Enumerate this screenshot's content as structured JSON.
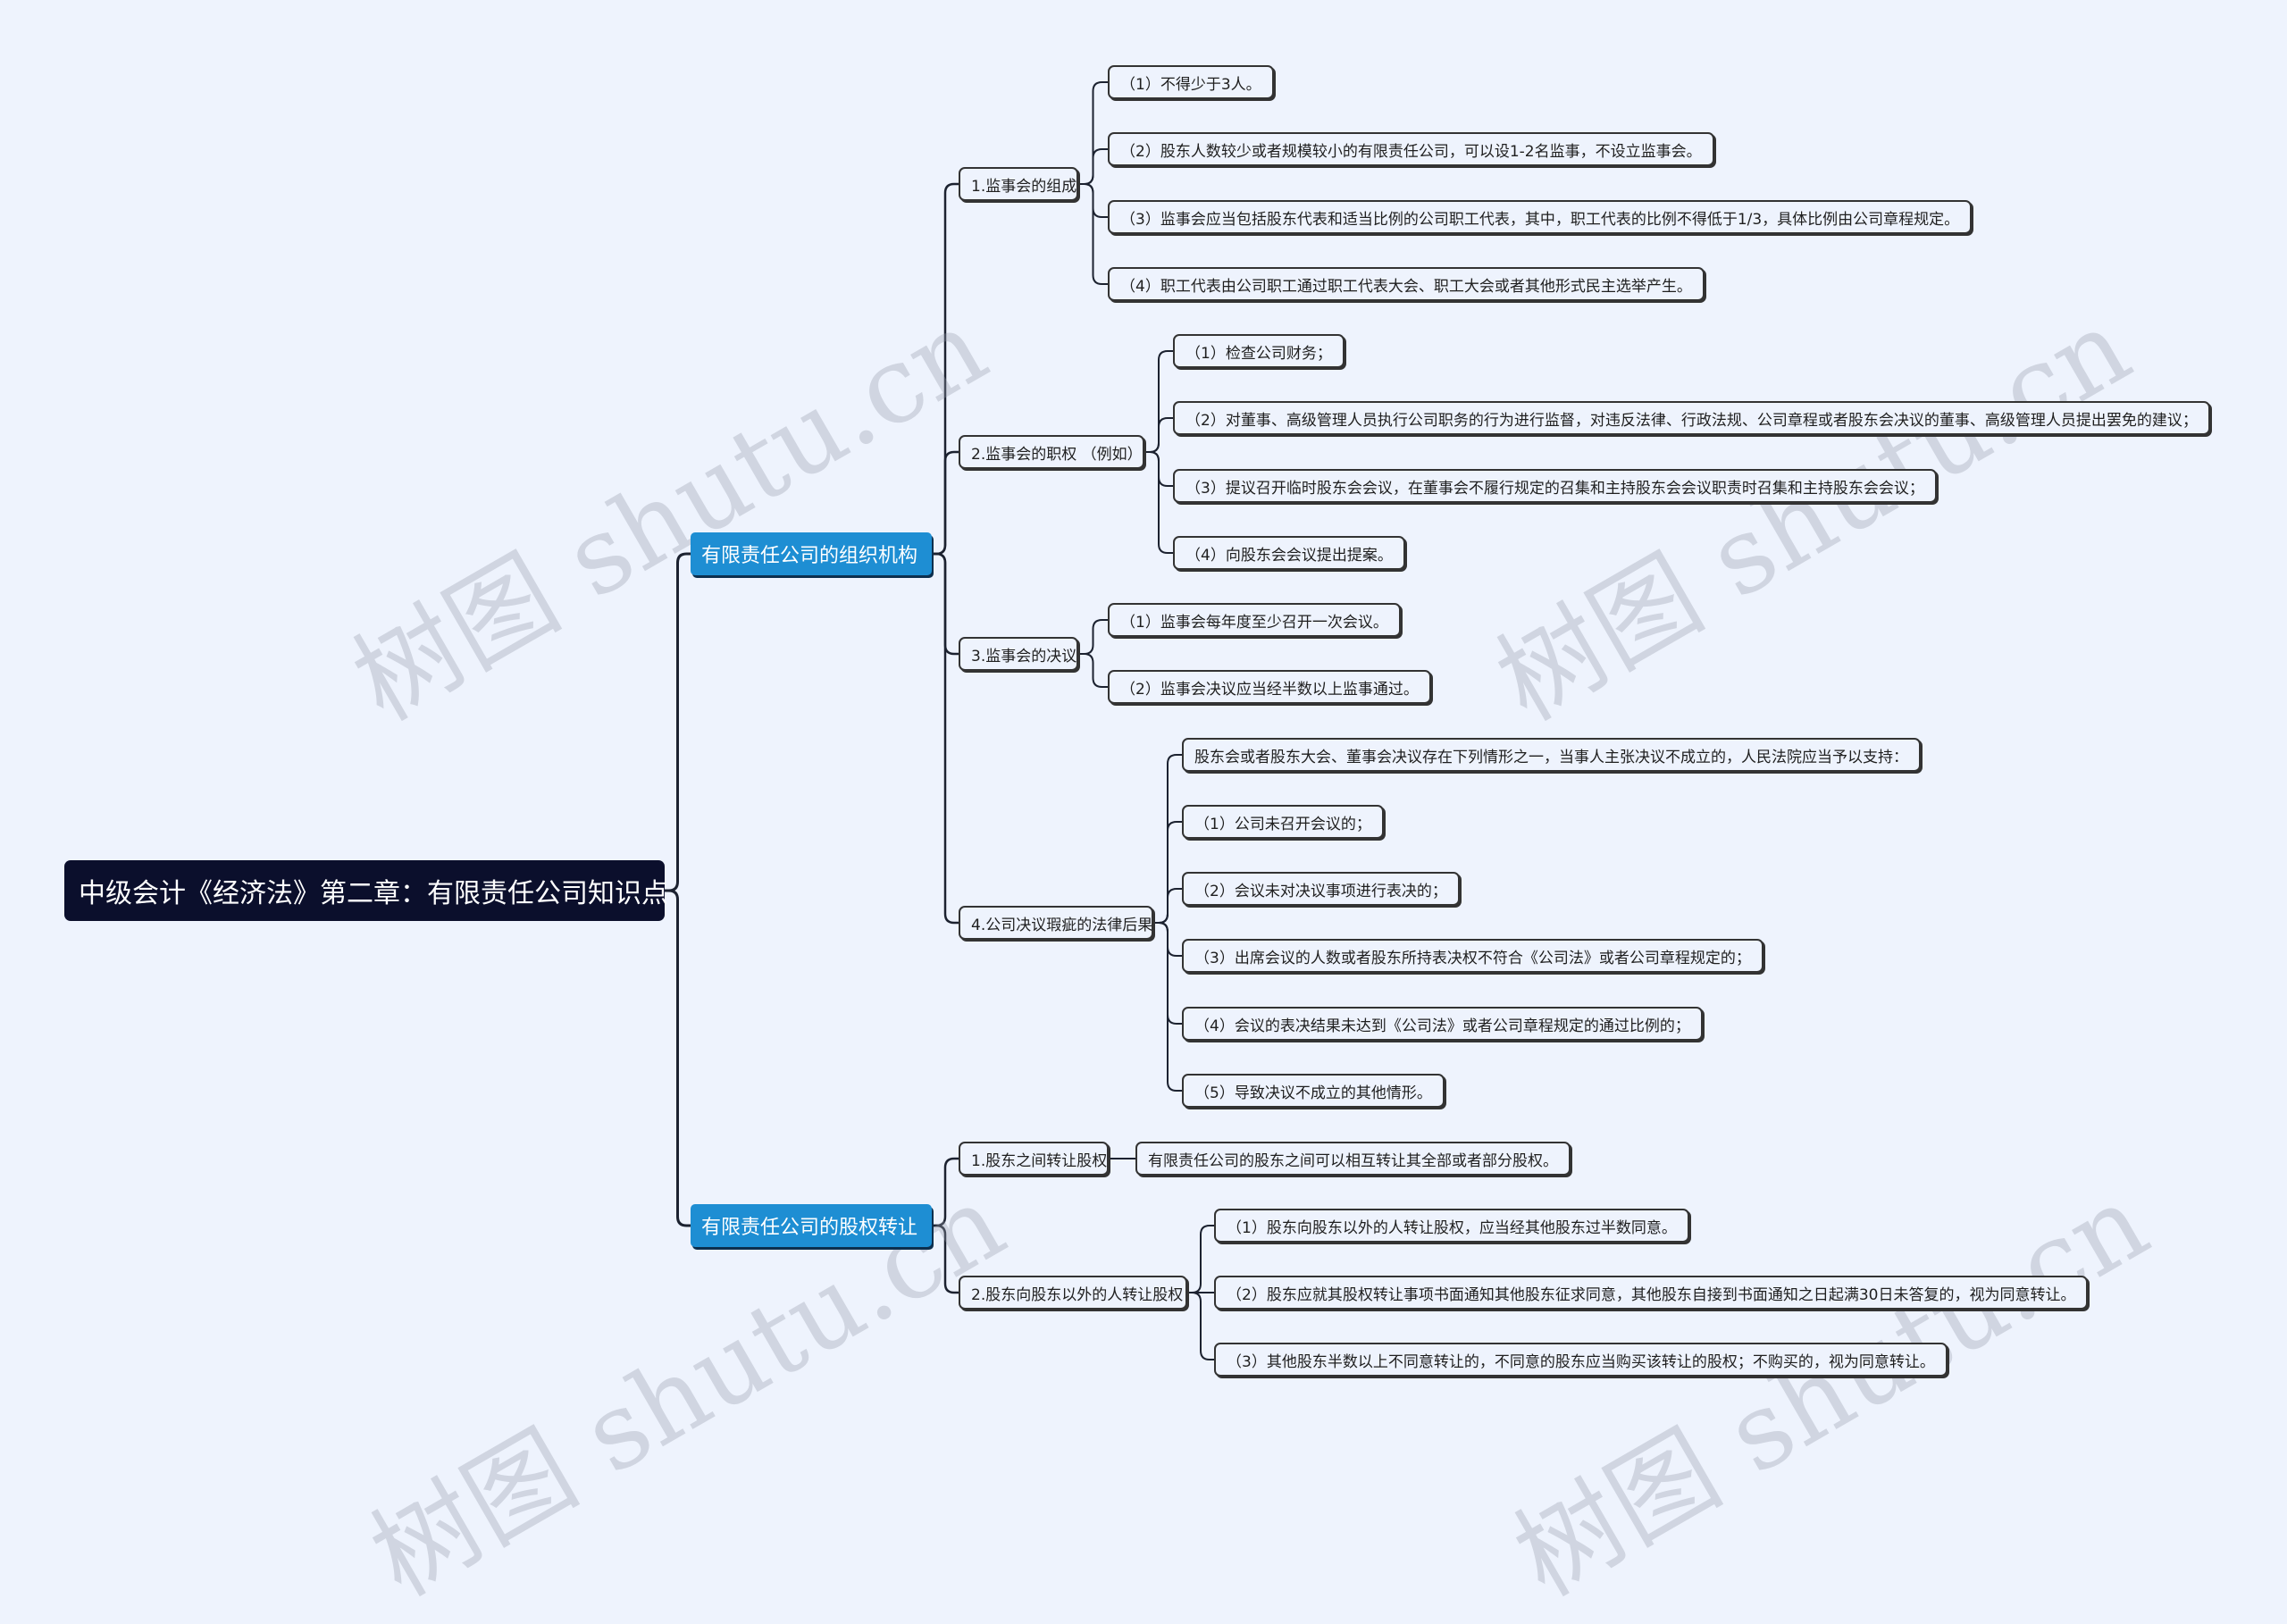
{
  "watermark": "树图 shutu.cn",
  "mindmap": {
    "root": "中级会计《经济法》第二章：有限责任公司知识点",
    "branches": [
      {
        "label": "有限责任公司的组织机构",
        "children": [
          {
            "label": "1.监事会的组成",
            "children": [
              "（1）不得少于3人。",
              "（2）股东人数较少或者规模较小的有限责任公司，可以设1-2名监事，不设立监事会。",
              "（3）监事会应当包括股东代表和适当比例的公司职工代表，其中，职工代表的比例不得低于1/3，具体比例由公司章程规定。",
              "（4）职工代表由公司职工通过职工代表大会、职工大会或者其他形式民主选举产生。"
            ]
          },
          {
            "label": "2.监事会的职权 （例如）",
            "children": [
              "（1）检查公司财务；",
              "（2）对董事、高级管理人员执行公司职务的行为进行监督，对违反法律、行政法规、公司章程或者股东会决议的董事、高级管理人员提出罢免的建议；",
              "（3）提议召开临时股东会会议，在董事会不履行规定的召集和主持股东会会议职责时召集和主持股东会会议；",
              "（4）向股东会会议提出提案。"
            ]
          },
          {
            "label": "3.监事会的决议",
            "children": [
              "（1）监事会每年度至少召开一次会议。",
              "（2）监事会决议应当经半数以上监事通过。"
            ]
          },
          {
            "label": "4.公司决议瑕疵的法律后果",
            "children": [
              "股东会或者股东大会、董事会决议存在下列情形之一，当事人主张决议不成立的，人民法院应当予以支持：",
              "（1）公司未召开会议的；",
              "（2）会议未对决议事项进行表决的；",
              "（3）出席会议的人数或者股东所持表决权不符合《公司法》或者公司章程规定的；",
              "（4）会议的表决结果未达到《公司法》或者公司章程规定的通过比例的；",
              "（5）导致决议不成立的其他情形。"
            ]
          }
        ]
      },
      {
        "label": "有限责任公司的股权转让",
        "children": [
          {
            "label": "1.股东之间转让股权",
            "children": [
              "有限责任公司的股东之间可以相互转让其全部或者部分股权。"
            ]
          },
          {
            "label": "2.股东向股东以外的人转让股权",
            "children": [
              "（1）股东向股东以外的人转让股权，应当经其他股东过半数同意。",
              "（2）股东应就其股权转让事项书面通知其他股东征求同意，其他股东自接到书面通知之日起满30日未答复的，视为同意转让。",
              "（3）其他股东半数以上不同意转让的，不同意的股东应当购买该转让的股权；不购买的，视为同意转让。"
            ]
          }
        ]
      }
    ]
  }
}
